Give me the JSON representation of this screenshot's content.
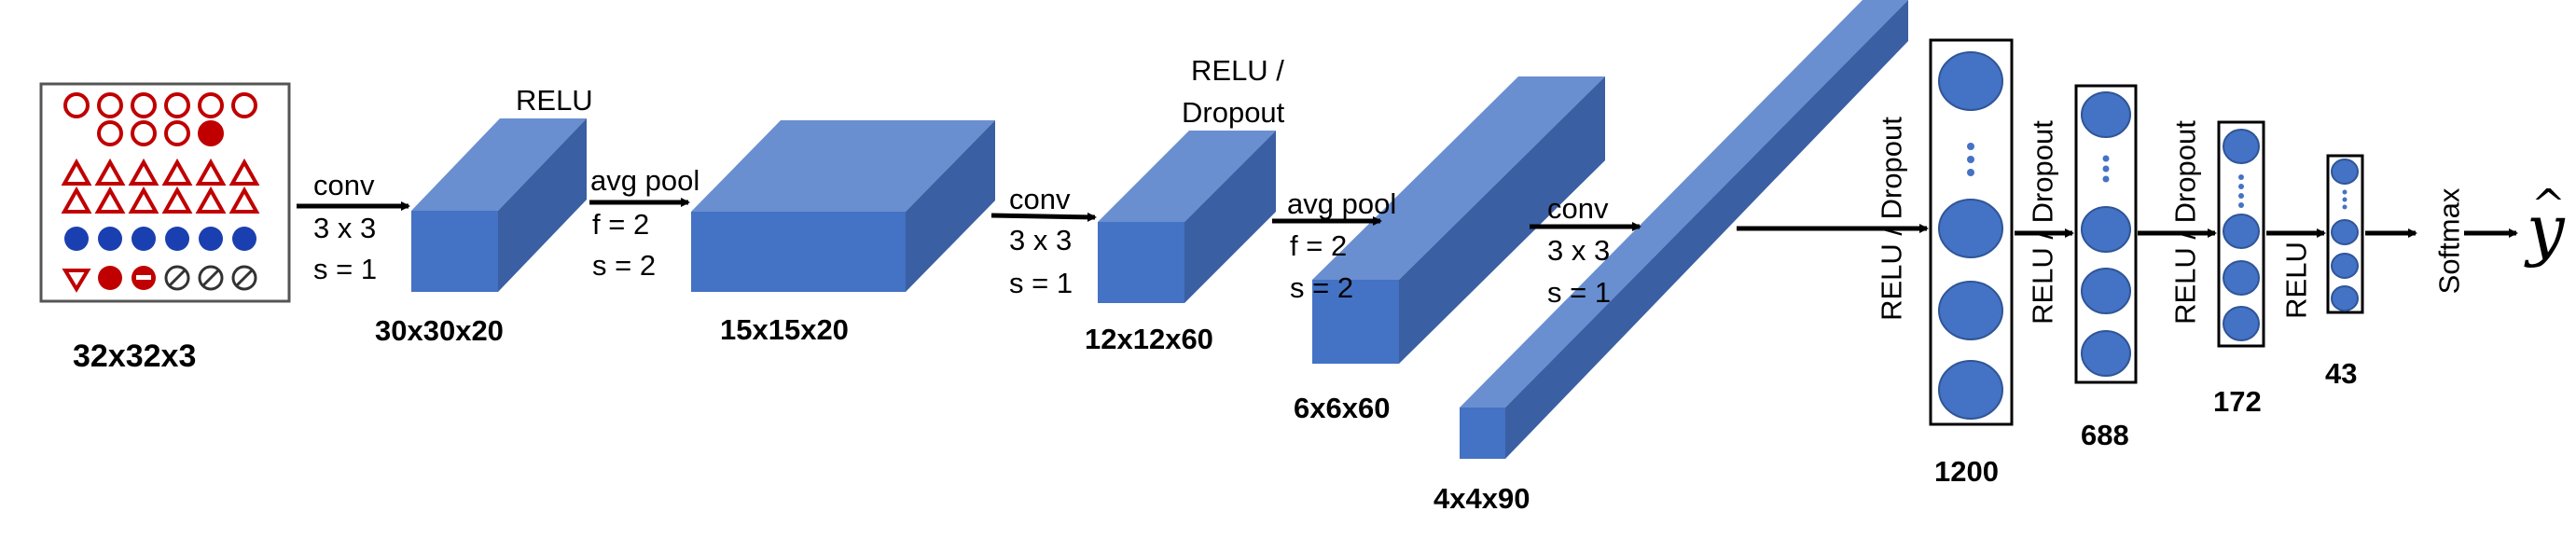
{
  "input": {
    "dims": "32x32x3"
  },
  "layers": [
    {
      "op": "conv",
      "kernel": "3 x 3",
      "stride": "s = 1",
      "activation": "RELU",
      "dims": "30x30x20"
    },
    {
      "op": "avg pool",
      "kernel": "f = 2",
      "stride": "s = 2",
      "dims": "15x15x20"
    },
    {
      "op": "conv",
      "kernel": "3 x 3",
      "stride": "s = 1",
      "activation_line1": "RELU /",
      "activation_line2": "Dropout",
      "dims": "12x12x60"
    },
    {
      "op": "avg pool",
      "kernel": "f = 2",
      "stride": "s = 2",
      "dims": "6x6x60"
    },
    {
      "op": "conv",
      "kernel": "3 x 3",
      "stride": "s = 1",
      "dims": "4x4x90"
    }
  ],
  "dense": [
    {
      "activation": "RELU / Dropout",
      "units": "1200"
    },
    {
      "activation": "RELU / Dropout",
      "units": "688"
    },
    {
      "activation": "RELU / Dropout",
      "units": "172"
    },
    {
      "activation": "RELU",
      "units": "43"
    }
  ],
  "output": {
    "activation": "Softmax",
    "symbol": "y",
    "accent": "^"
  },
  "colors": {
    "block_front": "#4472c4",
    "block_top": "#6a8fd0",
    "block_side": "#3a5fa3",
    "sign_red": "#c00000",
    "sign_blue": "#1a3fb0"
  }
}
